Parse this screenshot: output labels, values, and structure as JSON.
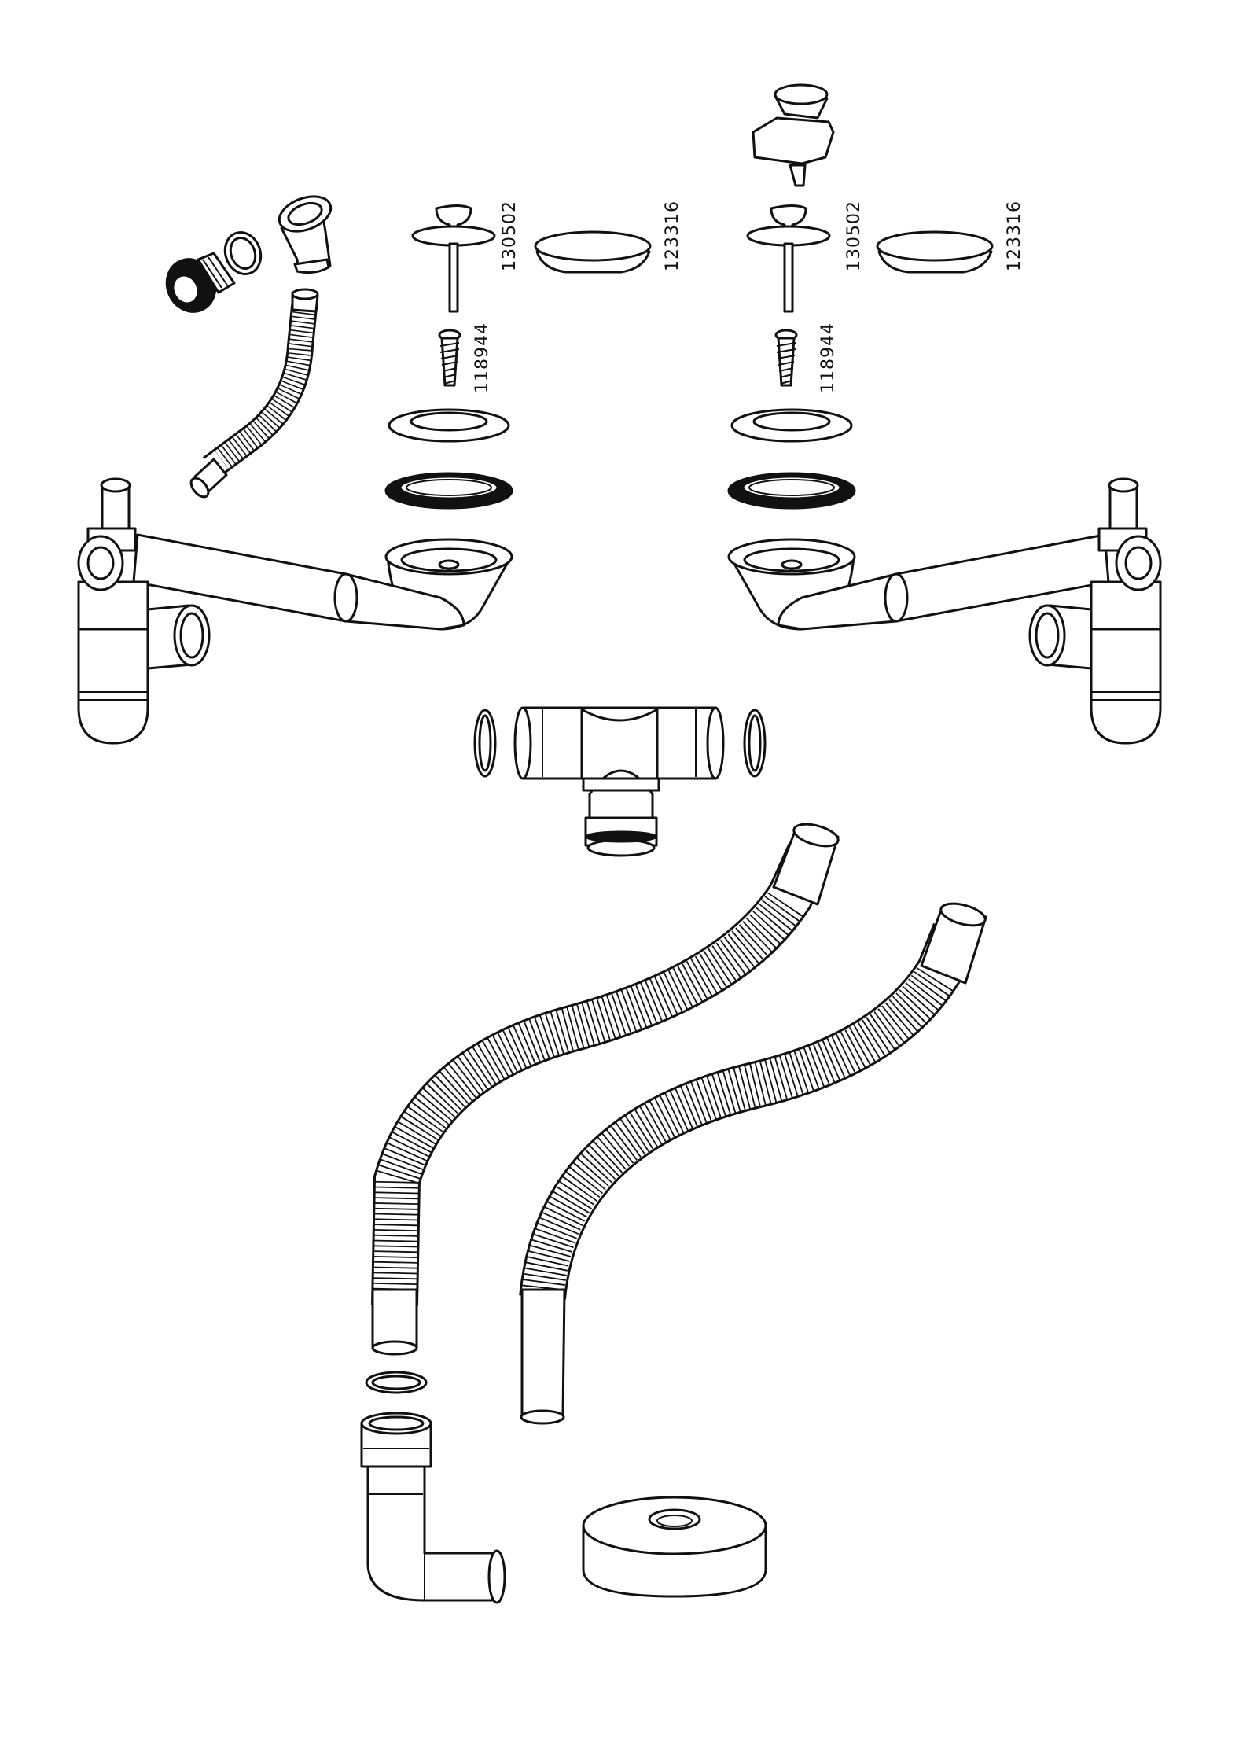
{
  "part_numbers": {
    "left_plug_stem": "130502",
    "left_cap": "123316",
    "left_screw": "118944",
    "right_plug_stem": "130502",
    "right_cap": "123316",
    "right_screw": "118944"
  }
}
